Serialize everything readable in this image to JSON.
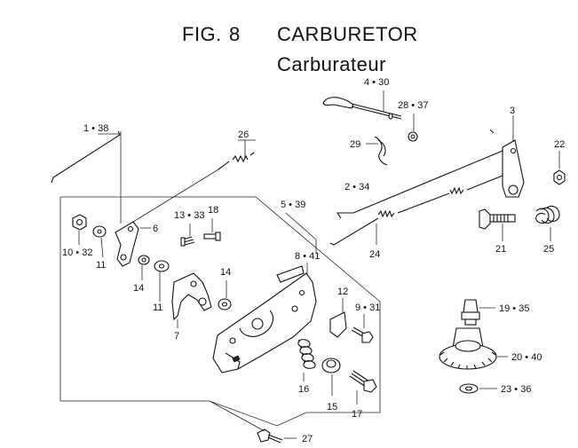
{
  "header": {
    "fig_label": "FIG.",
    "fig_number": "8",
    "title_en": "CARBURETOR",
    "title_fr": "Carburateur"
  },
  "callouts": {
    "p1": "1 • 38",
    "p26": "26",
    "p6": "6",
    "p10": "10 • 32",
    "p11a": "11",
    "p13": "13 • 33",
    "p18": "18",
    "p5": "5 • 39",
    "p14a": "14",
    "p14b": "14",
    "p11b": "11",
    "p7": "7",
    "p8": "8 • 41",
    "p12": "12",
    "p9": "9 • 31",
    "p16": "16",
    "p15": "15",
    "p17": "17",
    "p27": "27",
    "p4": "4 • 30",
    "p28": "28 • 37",
    "p3": "3",
    "p29": "29",
    "p2": "2 • 34",
    "p22": "22",
    "p21": "21",
    "p24": "24",
    "p25": "25",
    "p19": "19 • 35",
    "p20": "20 • 40",
    "p23": "23 • 36"
  }
}
